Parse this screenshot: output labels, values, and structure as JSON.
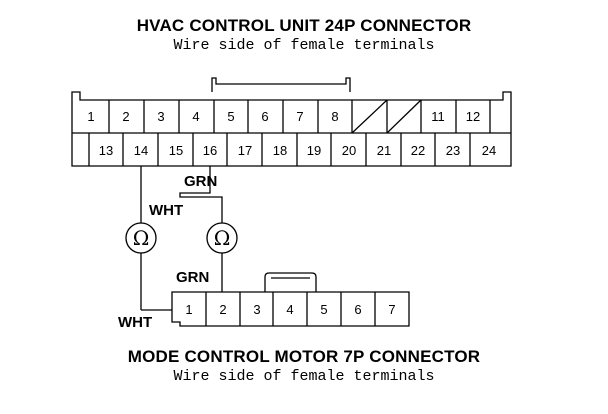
{
  "top_connector": {
    "title": "HVAC CONTROL UNIT 24P CONNECTOR",
    "subtitle": "Wire side of female terminals",
    "row1_pins": [
      "1",
      "2",
      "3",
      "4",
      "5",
      "6",
      "7",
      "8",
      "",
      "",
      "11",
      "12"
    ],
    "row2_pins": [
      "13",
      "14",
      "15",
      "16",
      "17",
      "18",
      "19",
      "20",
      "21",
      "22",
      "23",
      "24"
    ]
  },
  "bottom_connector": {
    "title": "MODE CONTROL MOTOR 7P CONNECTOR",
    "subtitle": "Wire side of female terminals",
    "pins": [
      "1",
      "2",
      "3",
      "4",
      "5",
      "6",
      "7"
    ]
  },
  "wires": {
    "wht_upper": "WHT",
    "grn_upper": "GRN",
    "grn_lower": "GRN",
    "wht_lower": "WHT"
  },
  "meters": {
    "left_symbol": "Ω",
    "right_symbol": "Ω"
  }
}
